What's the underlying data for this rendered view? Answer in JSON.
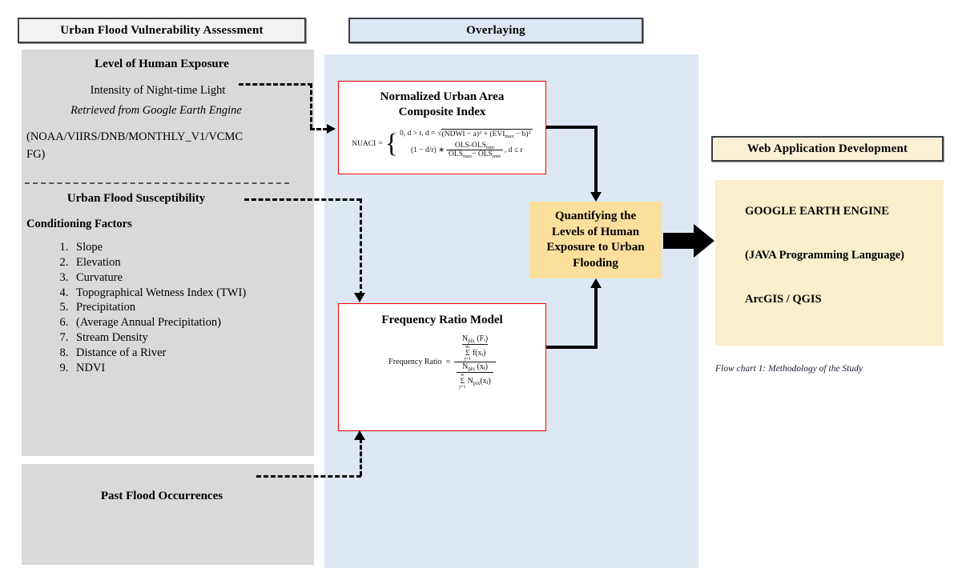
{
  "headers": {
    "left": "Urban Flood Vulnerability Assessment",
    "middle": "Overlaying",
    "right": "Web Application Development"
  },
  "left_panel": {
    "human_exposure": {
      "title": "Level of Human Exposure",
      "line1": "Intensity of Night-time Light",
      "line2": "Retrieved from Google Earth Engine",
      "line3": "(NOAA/VIIRS/DNB/MONTHLY_V1/VCMC",
      "line4": "FG)"
    },
    "susceptibility": {
      "title": "Urban Flood Susceptibility",
      "subtitle": "Conditioning Factors",
      "factors": [
        "Slope",
        "Elevation",
        "Curvature",
        "Topographical Wetness Index (TWI)",
        "Precipitation",
        "(Average Annual Precipitation)",
        "Stream Density",
        "Distance of a River",
        "NDVI"
      ]
    },
    "past_flood": {
      "title": "Past Flood Occurrences"
    }
  },
  "middle_panel": {
    "nuaci": {
      "title_line1": "Normalized Urban Area",
      "title_line2": "Composite Index",
      "formula": {
        "lhs": "NUACI",
        "eq": "=",
        "row1": "0, d > r, d =",
        "row1_sqrt_a": "(NDWI − a)",
        "row1_sqrt_a_sup": "2",
        "row1_plus": "+ (EVI",
        "row1_sub": "max",
        "row1_rest": "− b)",
        "row1_sup2": "2",
        "row2_lead": "(1 − d/r) ∗",
        "row2_num": "OLS-OLS",
        "row2_num_sub": "min",
        "row2_den_a": "OLS",
        "row2_den_a_sub": "max",
        "row2_den_mid": "− OLS",
        "row2_den_b_sub": "min",
        "row2_tail": ",     d ≤ r"
      }
    },
    "frequency_ratio": {
      "title": "Frequency Ratio Model",
      "formula": {
        "lhs": "Frequency Ratio",
        "eq": "=",
        "top_num": "N",
        "top_num_sub": "pix",
        "top_num_arg": "(Fᵢ)",
        "top_den_sigma_top": "m",
        "top_den_sigma_bottom": "j=1",
        "top_den_fn": "f(xᵢ)",
        "bot_num": "N",
        "bot_num_sub": "pix",
        "bot_num_arg": "(xⱼ)",
        "bot_den_sigma_top": "n",
        "bot_den_sigma_bottom": "j=1",
        "bot_den_fn": "N",
        "bot_den_fn_sub": "pix",
        "bot_den_fn_arg": "(xⱼ)"
      }
    },
    "quantify_box": {
      "line1": "Quantifying the",
      "line2": "Levels of Human",
      "line3": "Exposure to Urban",
      "line4": "Flooding"
    }
  },
  "right_panel": {
    "lines": [
      "GOOGLE EARTH ENGINE",
      "(JAVA Programming Language)",
      "ArcGIS / QGIS"
    ],
    "caption": "Flow chart 1: Methodology of the Study"
  },
  "colors": {
    "panel_gray": "#d9d9d9",
    "panel_blue": "#dde8f4",
    "panel_cream": "#fbeecd",
    "accent_red": "#ff0000",
    "accent_yellow": "#fadf9d",
    "header_border": "#3b3f45"
  }
}
